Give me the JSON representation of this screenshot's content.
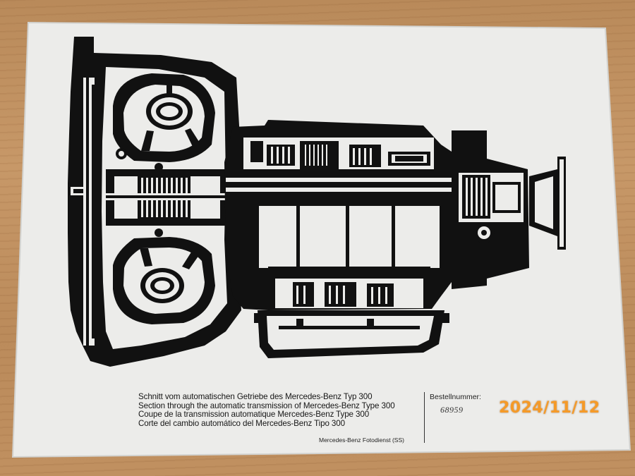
{
  "caption": {
    "lines": [
      "Schnitt vom automatischen Getriebe des Mercedes-Benz Typ 300",
      "Section through the automatic transmission of Mercedes-Benz Type 300",
      "Coupe de la transmission automatique Mercedes-Benz Type 300",
      "Corte del cambio automático del Mercedes-Benz Tipo 300"
    ],
    "credit": "Mercedes-Benz Fotodienst (SS)"
  },
  "order": {
    "label": "Bestellnummer:",
    "number": "68959"
  },
  "date_stamp": "2024/11/12",
  "colors": {
    "paper": "#eeeeec",
    "ink": "#111111",
    "stamp": "#f59a28",
    "wood": "#c09060"
  }
}
